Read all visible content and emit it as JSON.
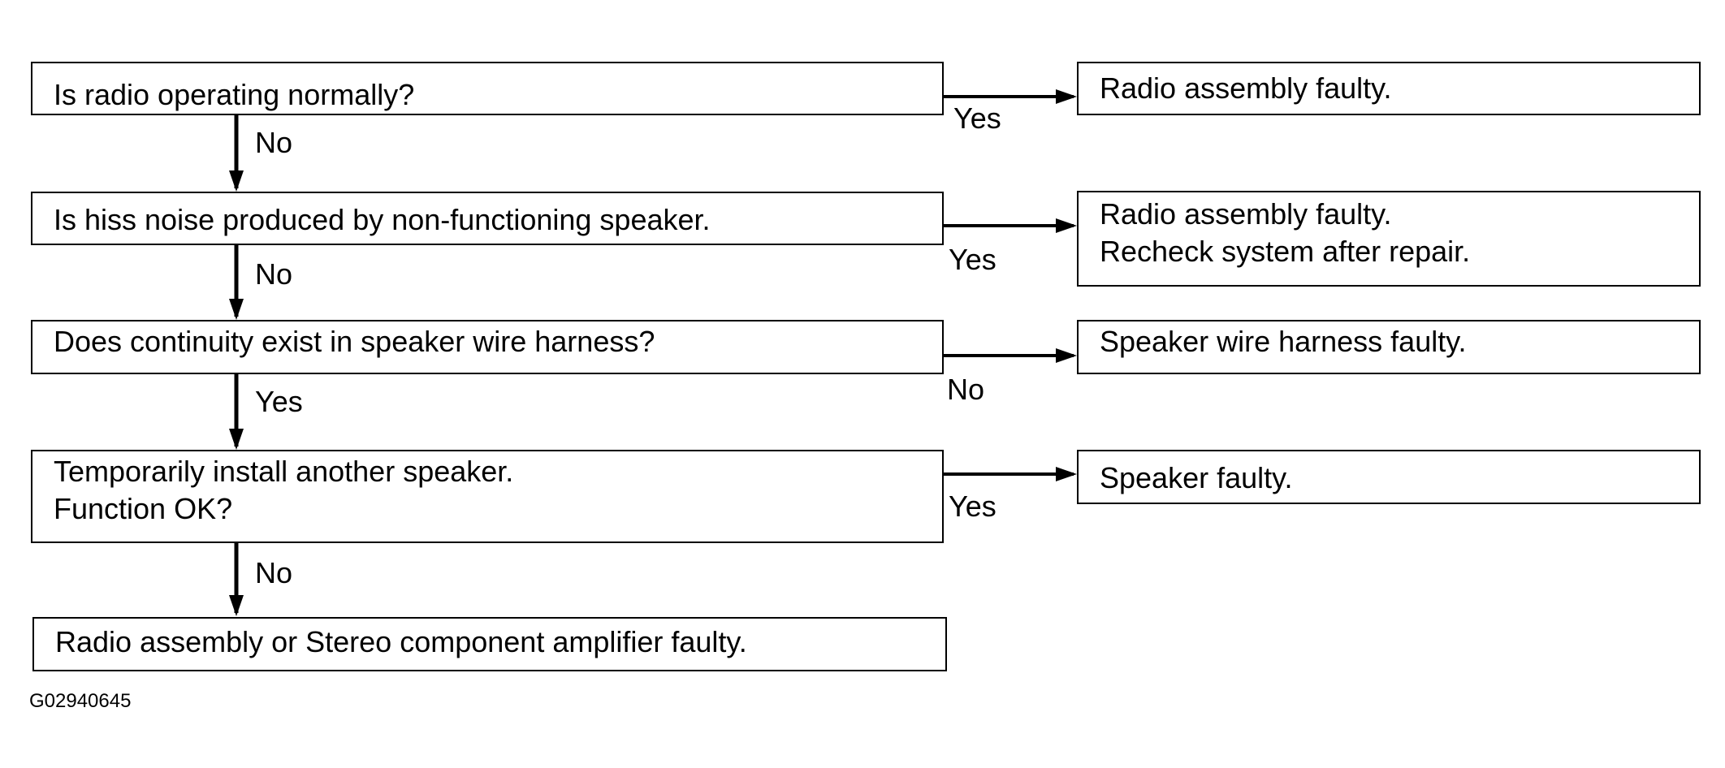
{
  "decisions": [
    {
      "lines": [
        "Is radio operating normally?"
      ]
    },
    {
      "lines": [
        "Is hiss noise produced by non-functioning speaker."
      ]
    },
    {
      "lines": [
        "Does continuity exist in speaker wire harness?"
      ]
    },
    {
      "lines": [
        "Temporarily install another speaker.",
        "Function OK?"
      ]
    }
  ],
  "outcomes": [
    {
      "lines": [
        "Radio assembly faulty."
      ]
    },
    {
      "lines": [
        "Radio assembly faulty.",
        "Recheck system after repair."
      ]
    },
    {
      "lines": [
        "Speaker wire harness faulty."
      ]
    },
    {
      "lines": [
        "Speaker faulty."
      ]
    }
  ],
  "final_outcome": {
    "lines": [
      "Radio assembly or Stereo component amplifier faulty."
    ]
  },
  "branch_labels": {
    "right": [
      "Yes",
      "Yes",
      "No",
      "Yes"
    ],
    "down": [
      "No",
      "No",
      "Yes",
      "No"
    ]
  },
  "figure_id": "G02940645"
}
